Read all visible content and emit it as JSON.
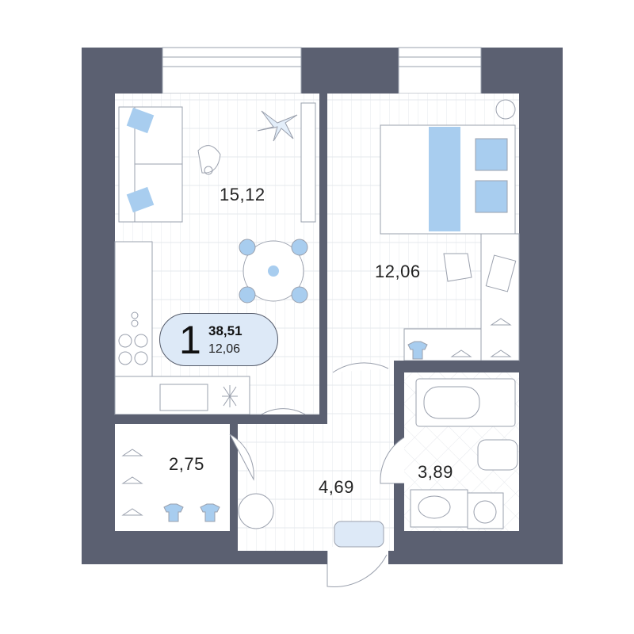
{
  "summary": {
    "rooms": "1",
    "total_area": "38,51",
    "living_area": "12,06"
  },
  "rooms": [
    {
      "name": "living-kitchen",
      "area": "15,12"
    },
    {
      "name": "bedroom",
      "area": "12,06"
    },
    {
      "name": "storage",
      "area": "2,75"
    },
    {
      "name": "hallway",
      "area": "4,69"
    },
    {
      "name": "bathroom",
      "area": "3,89"
    }
  ],
  "colors": {
    "wall": "#5b6071",
    "accent": "#a8cdef",
    "badge": "#dde9f7",
    "line": "#9aa0ad"
  }
}
